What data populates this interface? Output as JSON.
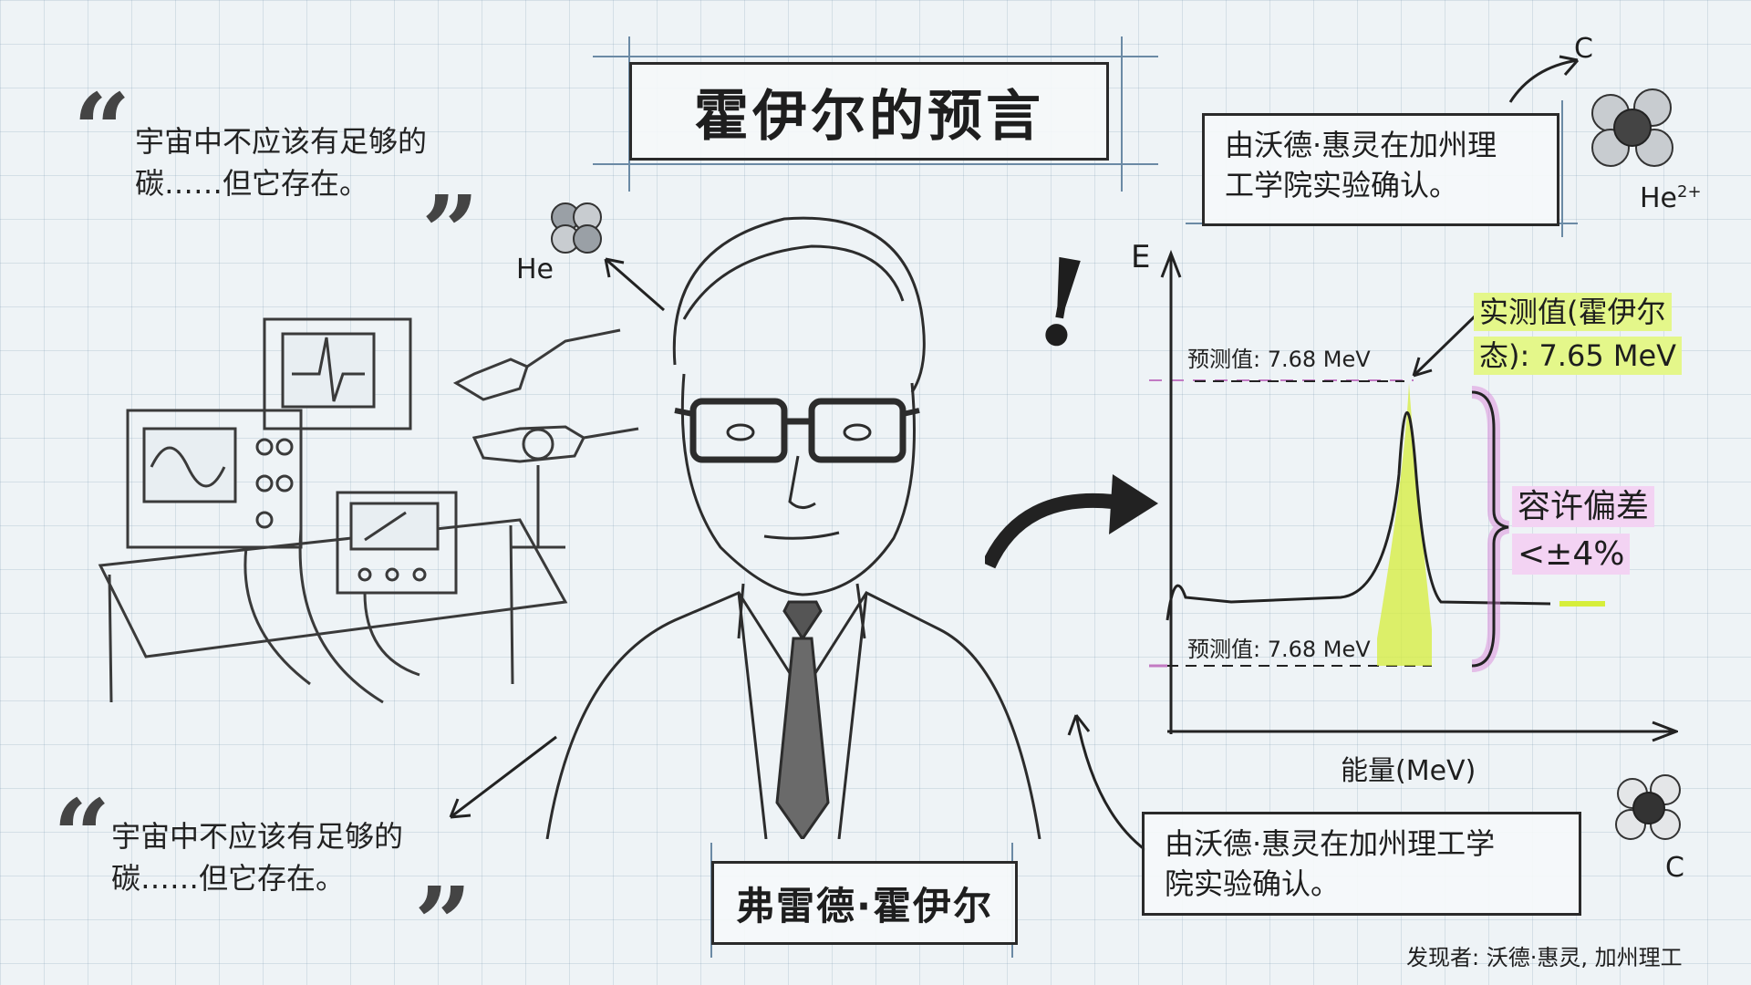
{
  "title": "霍伊尔的预言",
  "quote_top": {
    "line1": "宇宙中不应该有足够的",
    "line2": "碳……但它存在。"
  },
  "quote_bottom": {
    "line1": "宇宙中不应该有足够的",
    "line2": "碳……但它存在。"
  },
  "note_top": {
    "line1": "由沃德·惠灵在加州理",
    "line2": "工学院实验确认。"
  },
  "note_bottom": {
    "line1": "由沃德·惠灵在加州理工学",
    "line2": "院实验确认。"
  },
  "portrait_name": "弗雷德·霍伊尔",
  "labels": {
    "he_left": "He",
    "he2_top_right": "He",
    "he2_superscript": "2+",
    "c_top": "C",
    "c_bottom": "C",
    "exclamation": "!"
  },
  "graph": {
    "y_axis_label": "E",
    "x_axis_label": "能量(MeV)",
    "predicted_upper": "预测值: 7.68 MeV",
    "predicted_lower": "预测值: 7.68 MeV",
    "measured_line1": "实测值(霍伊尔",
    "measured_line2": "态): 7.65 MeV",
    "tolerance_line1": "容许偏差",
    "tolerance_line2": "<±4%",
    "predicted_value_mev": 7.68,
    "measured_value_mev": 7.65,
    "tolerance_percent": 4
  },
  "footer": "发现者: 沃德·惠灵, 加州理工",
  "colors": {
    "highlight_green": "#e4f78a",
    "highlight_pink": "#f3d3f3",
    "ink": "#222222",
    "peak_green": "#d6ee3a",
    "bracket_pink": "#d77fd6"
  }
}
